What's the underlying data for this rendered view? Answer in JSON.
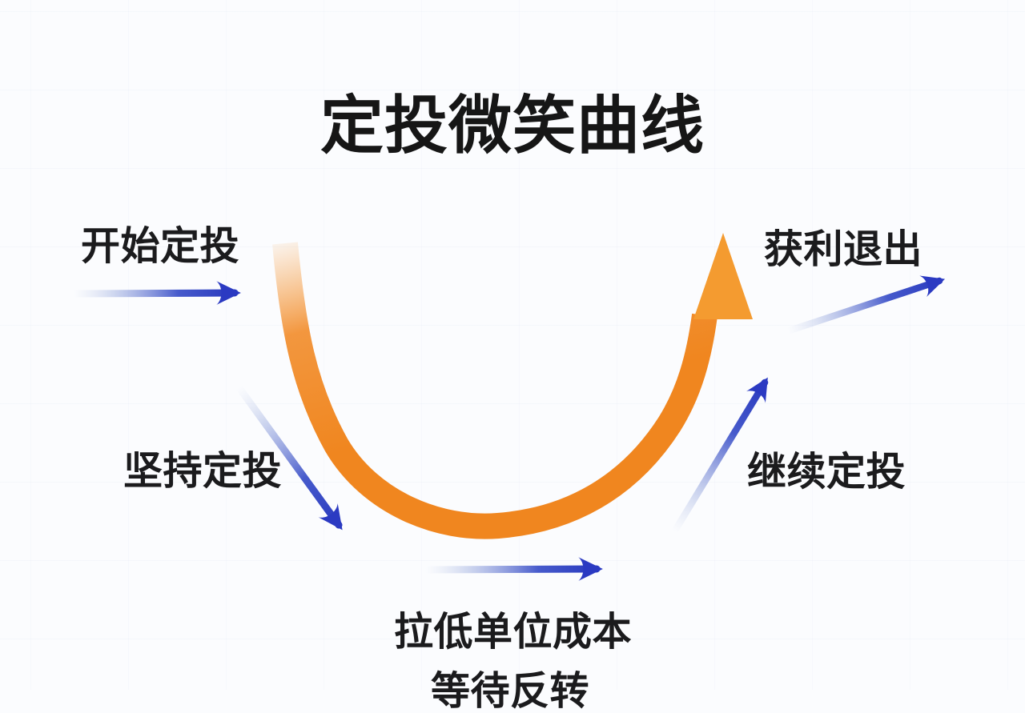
{
  "title": "定投微笑曲线",
  "labels": {
    "start": "开始定投",
    "persist": "坚持定投",
    "lower_cost": "拉低单位成本",
    "wait_reversal": "等待反转",
    "keep_going": "继续定投",
    "exit": "获利退出"
  },
  "icons": {
    "smile_curve": "orange-u-smile-curve-with-up-arrowhead",
    "start_arrow": "right-arrow",
    "persist_arrow": "down-right-arrow",
    "lower_cost_arrow": "right-arrow",
    "keep_going_arrow": "up-right-arrow",
    "exit_arrow": "up-right-arrow"
  },
  "colors": {
    "curve_orange": "#F0861F",
    "curve_arrowhead_orange": "#F49B30",
    "arrow_blue": "#2B3AC2",
    "arrow_tail_fade": "#C9D3EC",
    "text": "#1B1B1D",
    "background": "#FBFCFE"
  }
}
